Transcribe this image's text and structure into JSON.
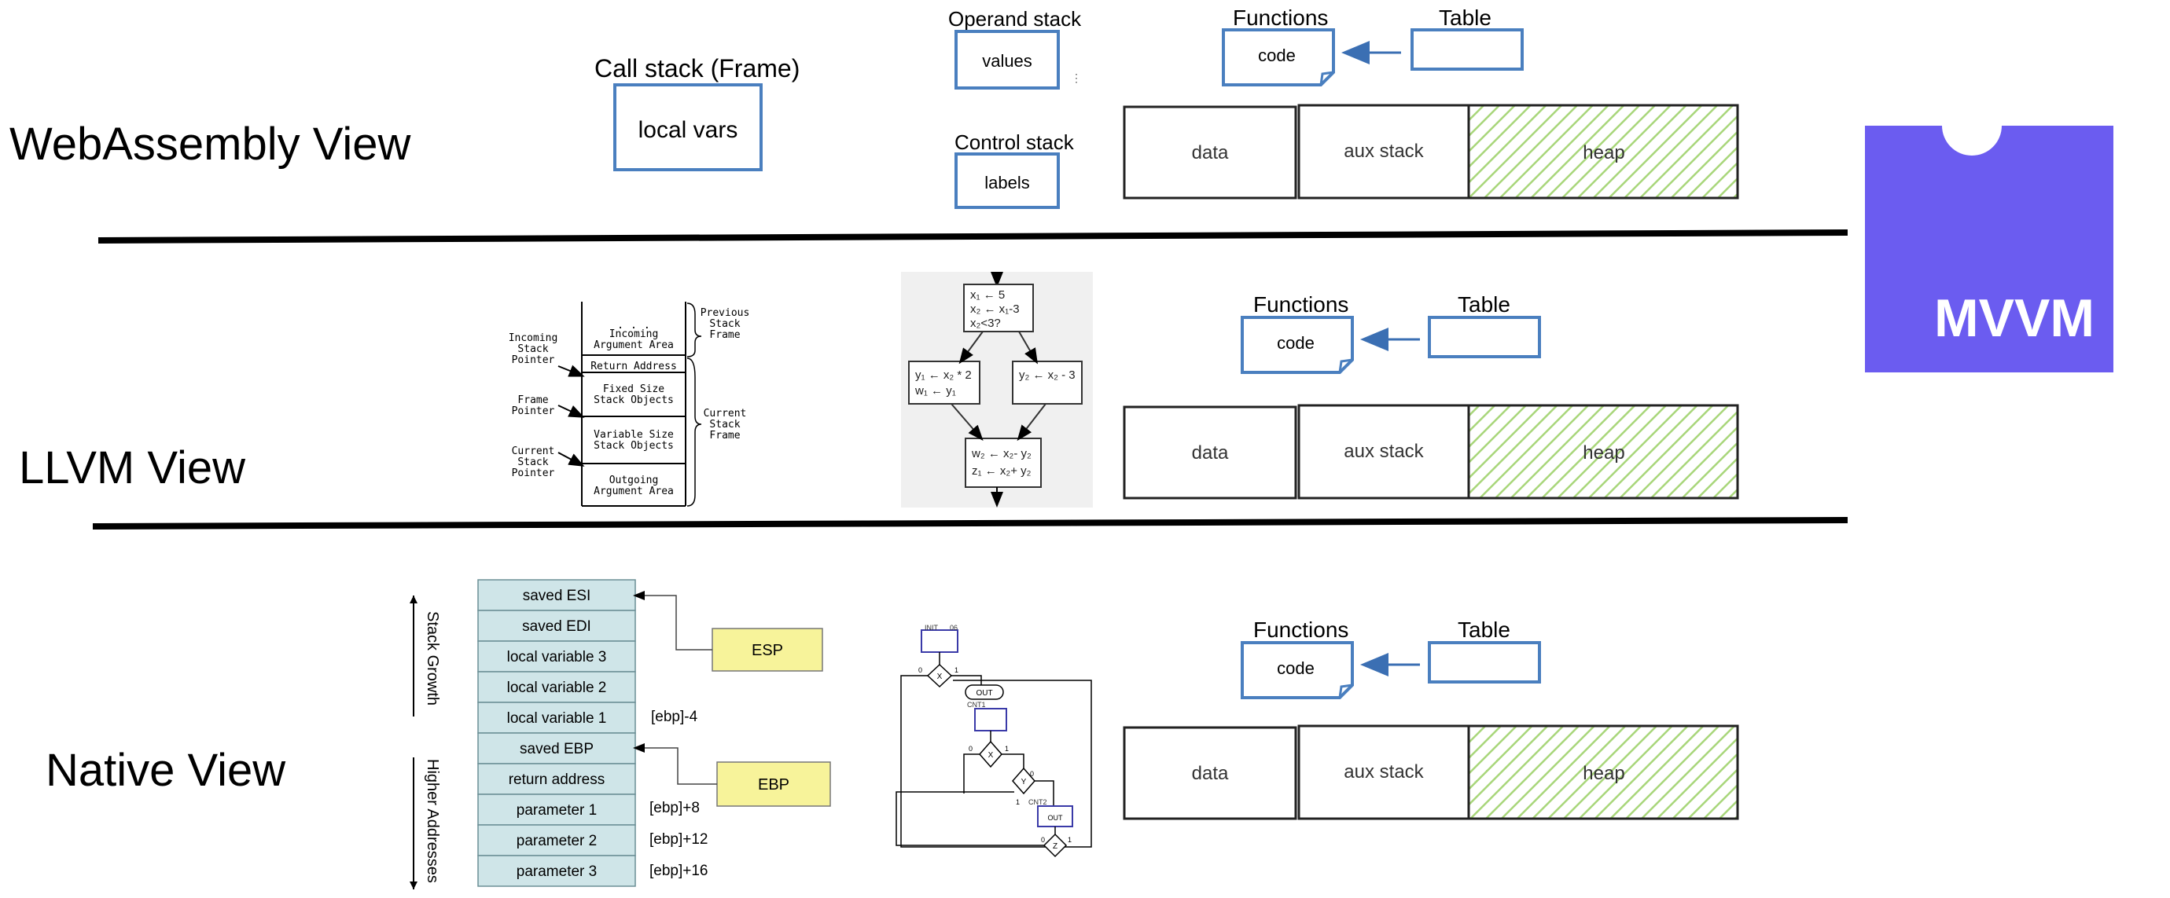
{
  "views": {
    "wasm": "WebAssembly View",
    "llvm": "LLVM View",
    "native": "Native View"
  },
  "wasm": {
    "call_stack_title": "Call stack (Frame)",
    "call_stack_box": "local vars",
    "operand_stack_title": "Operand stack",
    "operand_stack_box": "values",
    "control_stack_title": "Control stack",
    "control_stack_box": "labels",
    "functions_title": "Functions",
    "functions_box": "code",
    "table_title": "Table"
  },
  "memory": {
    "data": "data",
    "aux_stack": "aux stack",
    "heap": "heap"
  },
  "llvm": {
    "functions_title": "Functions",
    "functions_box": "code",
    "table_title": "Table",
    "frame": {
      "dots": ". . .",
      "rows": [
        "Incoming\nArgument Area",
        "Return Address",
        "Fixed Size\nStack Objects",
        "Variable Size\nStack Objects",
        "Outgoing\nArgument Area"
      ],
      "left_labels": [
        "Incoming\nStack\nPointer",
        "Frame\nPointer",
        "Current\nStack\nPointer"
      ],
      "right_labels": [
        "Previous\nStack\nFrame",
        "Current\nStack\nFrame"
      ]
    },
    "cfg": {
      "top_block": [
        "x₁ ← 5",
        "x₂ ← x₁-3",
        "x₂<3?"
      ],
      "left_block": [
        "y₁ ← x₂ * 2",
        "w₁ ← y₁"
      ],
      "right_block": [
        "y₂ ← x₂ - 3"
      ],
      "bottom_block": [
        "w₂ ← x₂- y₂",
        "z₁ ← x₂+ y₂"
      ]
    }
  },
  "native": {
    "functions_title": "Functions",
    "functions_box": "code",
    "table_title": "Table",
    "stack_rows": [
      "saved ESI",
      "saved EDI",
      "local variable 3",
      "local variable 2",
      "local variable 1",
      "saved EBP",
      "return address",
      "parameter 1",
      "parameter 2",
      "parameter 3"
    ],
    "offsets": [
      "[ebp]-4",
      "[ebp]+8",
      "[ebp]+12",
      "[ebp]+16"
    ],
    "esp": "ESP",
    "ebp": "EBP",
    "stack_growth": "Stack Growth",
    "higher_addresses": "Higher Addresses",
    "flow": {
      "init": "INIT",
      "out": "OUT",
      "x": "X",
      "y": "Y",
      "z": "Z",
      "zero": "0",
      "one": "1",
      "cnt1": "CNT1",
      "cnt2": "CNT2"
    }
  },
  "badge": {
    "label": "MVVM",
    "color": "#6b5cf0"
  },
  "colors": {
    "box_stroke": "#4a7fbf",
    "arrow": "#3b6fb3",
    "heap_fill": "#a8d67a",
    "stack_fill": "#cfe5e8",
    "reg_fill": "#f7f39a"
  }
}
